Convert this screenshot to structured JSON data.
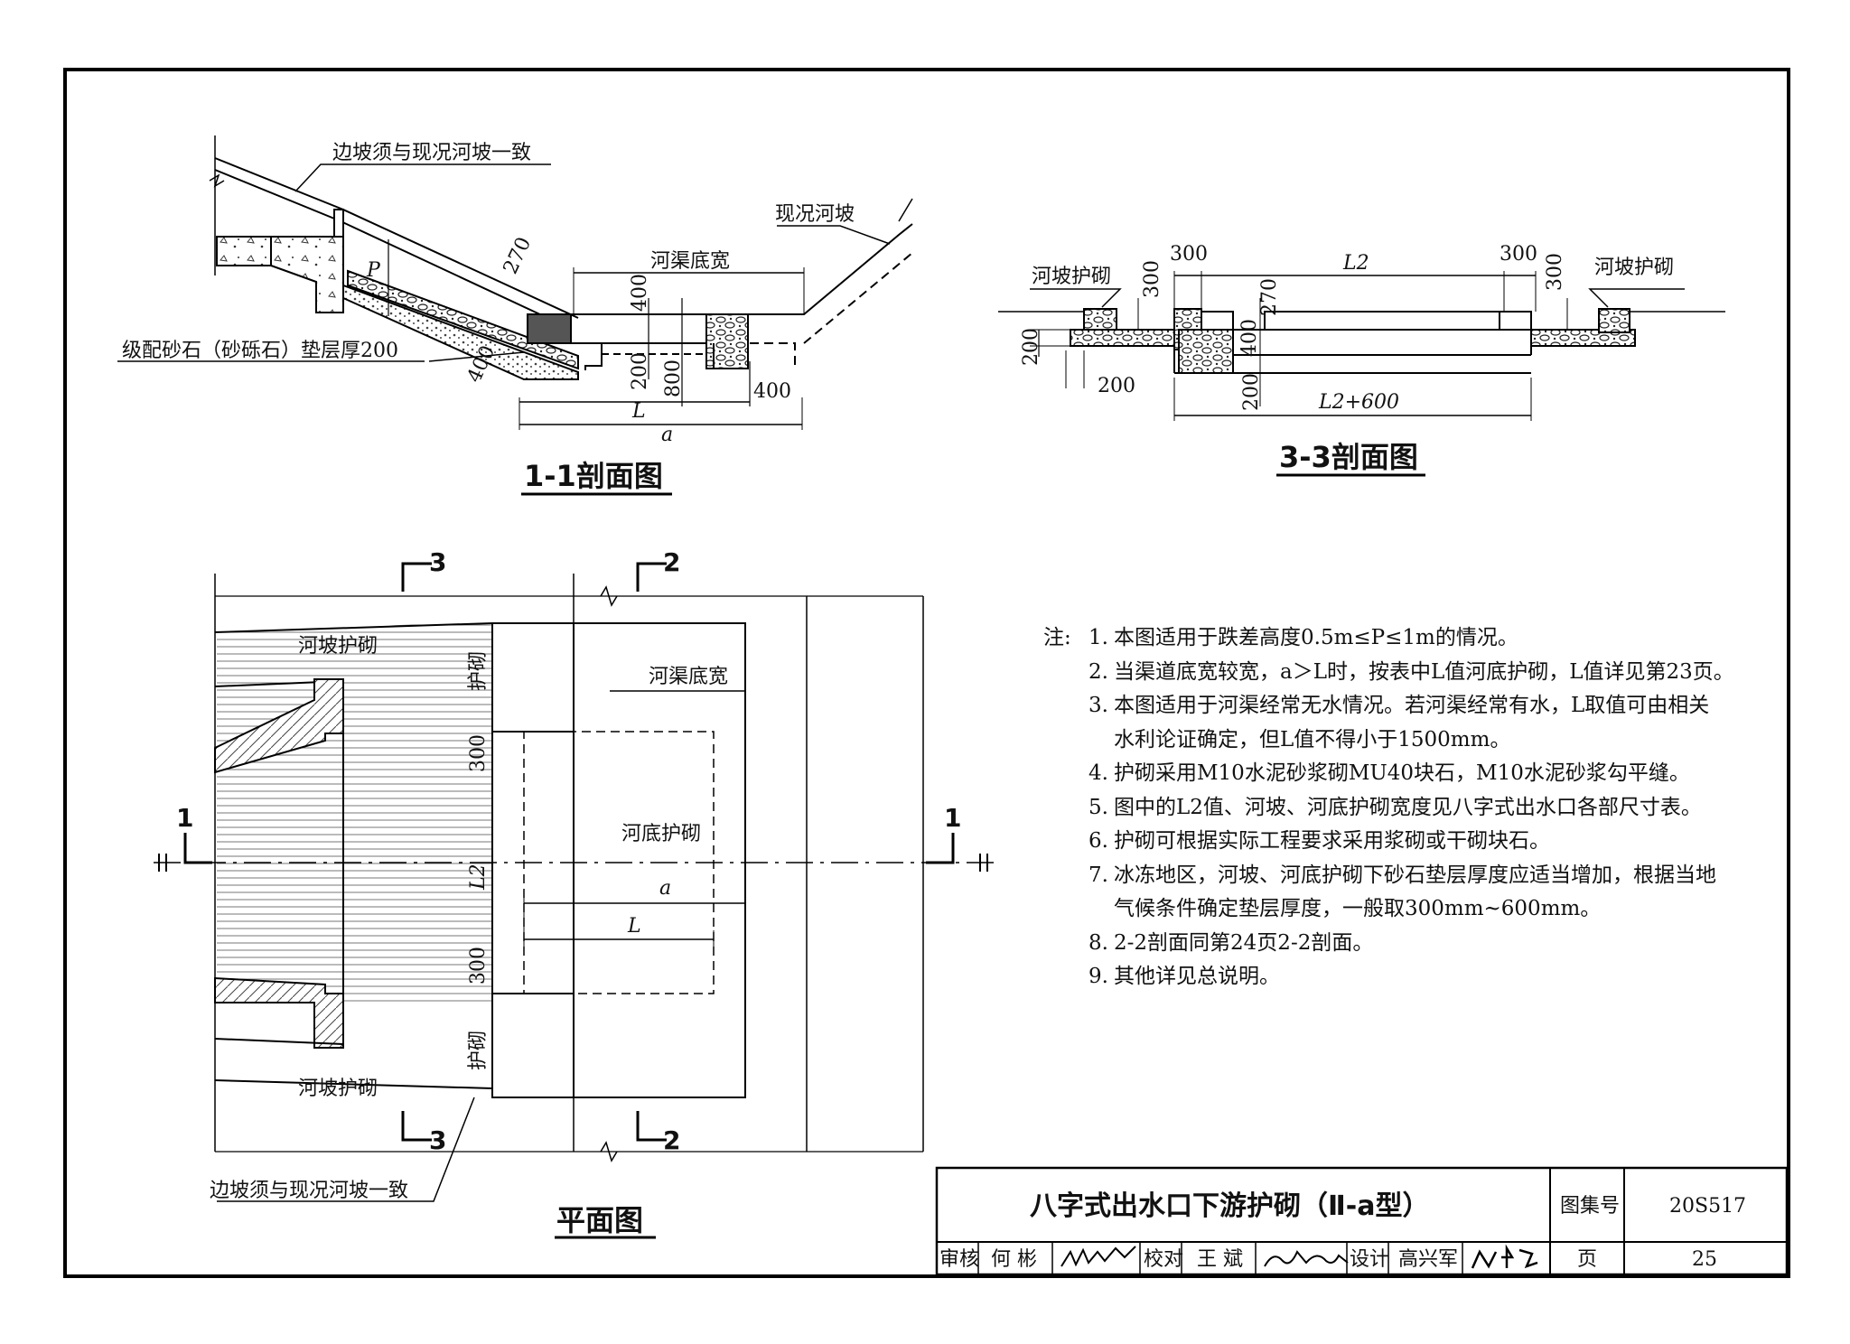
{
  "sheet": {
    "atlas_label": "图集号",
    "atlas_code": "20S517",
    "title": "八字式出水口下游护砌（Ⅱ-a型）",
    "page_label": "页",
    "page_number": "25",
    "review_label": "审核",
    "reviewer": "何 彬",
    "check_label": "校对",
    "checker": "王 斌",
    "design_label": "设计",
    "designer": "高兴军"
  },
  "section11": {
    "caption": "1-1剖面图",
    "slope_note": "边坡须与现况河坡一致",
    "existing_slope": "现况河坡",
    "bed_width": "河渠底宽",
    "gravel_note": "级配砂石（砂砾石）垫层厚200",
    "dim_270": "270",
    "dim_400a": "400",
    "dim_400b": "400",
    "dim_200": "200",
    "dim_800": "800",
    "dim_400c": "400",
    "dim_P": "P",
    "dim_L": "L",
    "dim_a": "a"
  },
  "section33": {
    "caption": "3-3剖面图",
    "left_label": "河坡护砌",
    "right_label": "河坡护砌",
    "dim_300_left": "300",
    "dim_300_right": "300",
    "dim_L2": "L2",
    "dim_300_v_left": "300",
    "dim_300_v_right": "300",
    "dim_270": "270",
    "dim_400": "400",
    "dim_200_left": "200",
    "dim_200_bottom": "200",
    "dim_200_mid": "200",
    "dim_L2_600": "L2+600"
  },
  "plan": {
    "caption": "平面图",
    "slope_lining_top": "河坡护砌",
    "slope_lining_bottom": "河坡护砌",
    "lining_top": "护砌",
    "lining_bottom": "护砌",
    "bed_width": "河渠底宽",
    "bed_lining": "河底护砌",
    "slope_note": "边坡须与现况河坡一致",
    "dim_300_top": "300",
    "dim_300_bottom": "300",
    "dim_L2": "L2",
    "dim_a": "a",
    "dim_L": "L",
    "sec1_left": "1",
    "sec1_right": "1",
    "sec3_top": "3",
    "sec3_bottom": "3",
    "sec2_top": "2",
    "sec2_bottom": "2"
  },
  "notes": {
    "label": "注:",
    "items": [
      {
        "num": "1.",
        "text": "本图适用于跌差高度0.5m≤P≤1m的情况。"
      },
      {
        "num": "2.",
        "text": "当渠道底宽较宽，a＞L时，按表中L值河底护砌，L值详见第23页。"
      },
      {
        "num": "3.",
        "text": "本图适用于河渠经常无水情况。若河渠经常有水，L取值可由相关"
      },
      {
        "num": "",
        "text": "水利论证确定，但L值不得小于1500mm。"
      },
      {
        "num": "4.",
        "text": "护砌采用M10水泥砂浆砌MU40块石，M10水泥砂浆勾平缝。"
      },
      {
        "num": "5.",
        "text": "图中的L2值、河坡、河底护砌宽度见八字式出水口各部尺寸表。"
      },
      {
        "num": "6.",
        "text": "护砌可根据实际工程要求采用浆砌或干砌块石。"
      },
      {
        "num": "7.",
        "text": "冰冻地区，河坡、河底护砌下砂石垫层厚度应适当增加，根据当地"
      },
      {
        "num": "",
        "text": "气候条件确定垫层厚度，一般取300mm~600mm。"
      },
      {
        "num": "8.",
        "text": "2-2剖面同第24页2-2剖面。"
      },
      {
        "num": "9.",
        "text": "其他详见总说明。"
      }
    ]
  }
}
